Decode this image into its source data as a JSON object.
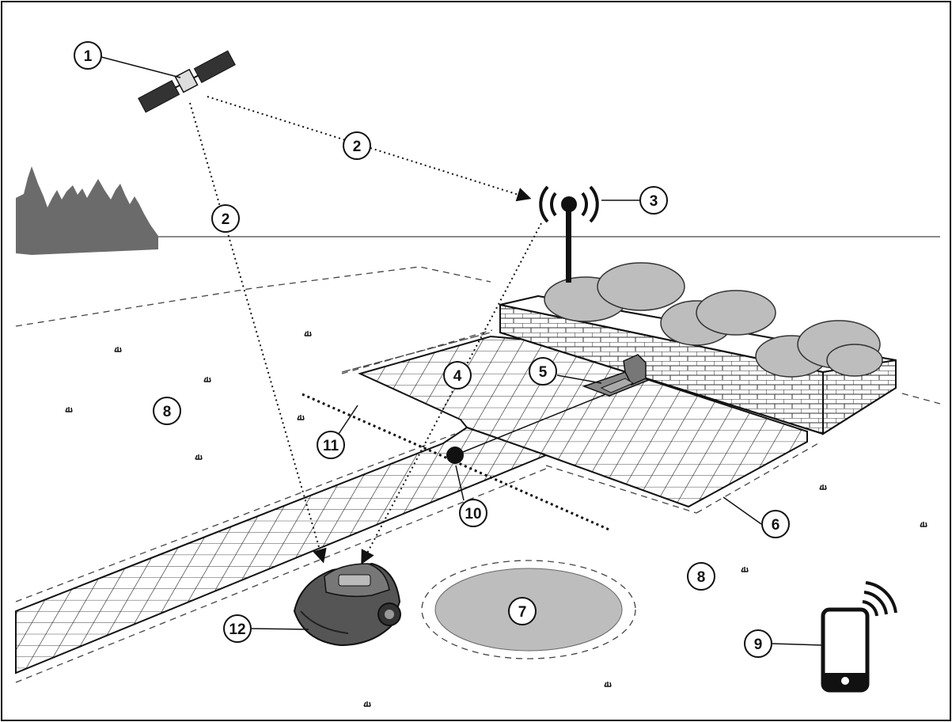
{
  "callouts": [
    {
      "id": "1",
      "label": "1"
    },
    {
      "id": "2a",
      "label": "2"
    },
    {
      "id": "2b",
      "label": "2"
    },
    {
      "id": "3",
      "label": "3"
    },
    {
      "id": "4",
      "label": "4"
    },
    {
      "id": "5",
      "label": "5"
    },
    {
      "id": "6",
      "label": "6"
    },
    {
      "id": "7",
      "label": "7"
    },
    {
      "id": "8a",
      "label": "8"
    },
    {
      "id": "8b",
      "label": "8"
    },
    {
      "id": "9",
      "label": "9"
    },
    {
      "id": "10",
      "label": "10"
    },
    {
      "id": "11",
      "label": "11"
    },
    {
      "id": "12",
      "label": "12"
    }
  ],
  "colors": {
    "line": "#111111",
    "tree": "#6b6b6b",
    "bush": "#bdbdbd",
    "mower": "#555555",
    "paving": "#ffffff"
  },
  "icons": [
    "satellite-icon",
    "antenna-icon",
    "charging-station-icon",
    "robotic-mower-icon",
    "smartphone-icon",
    "wifi-icon",
    "tree-line-icon",
    "bush-icon",
    "grass-tuft-icon"
  ]
}
